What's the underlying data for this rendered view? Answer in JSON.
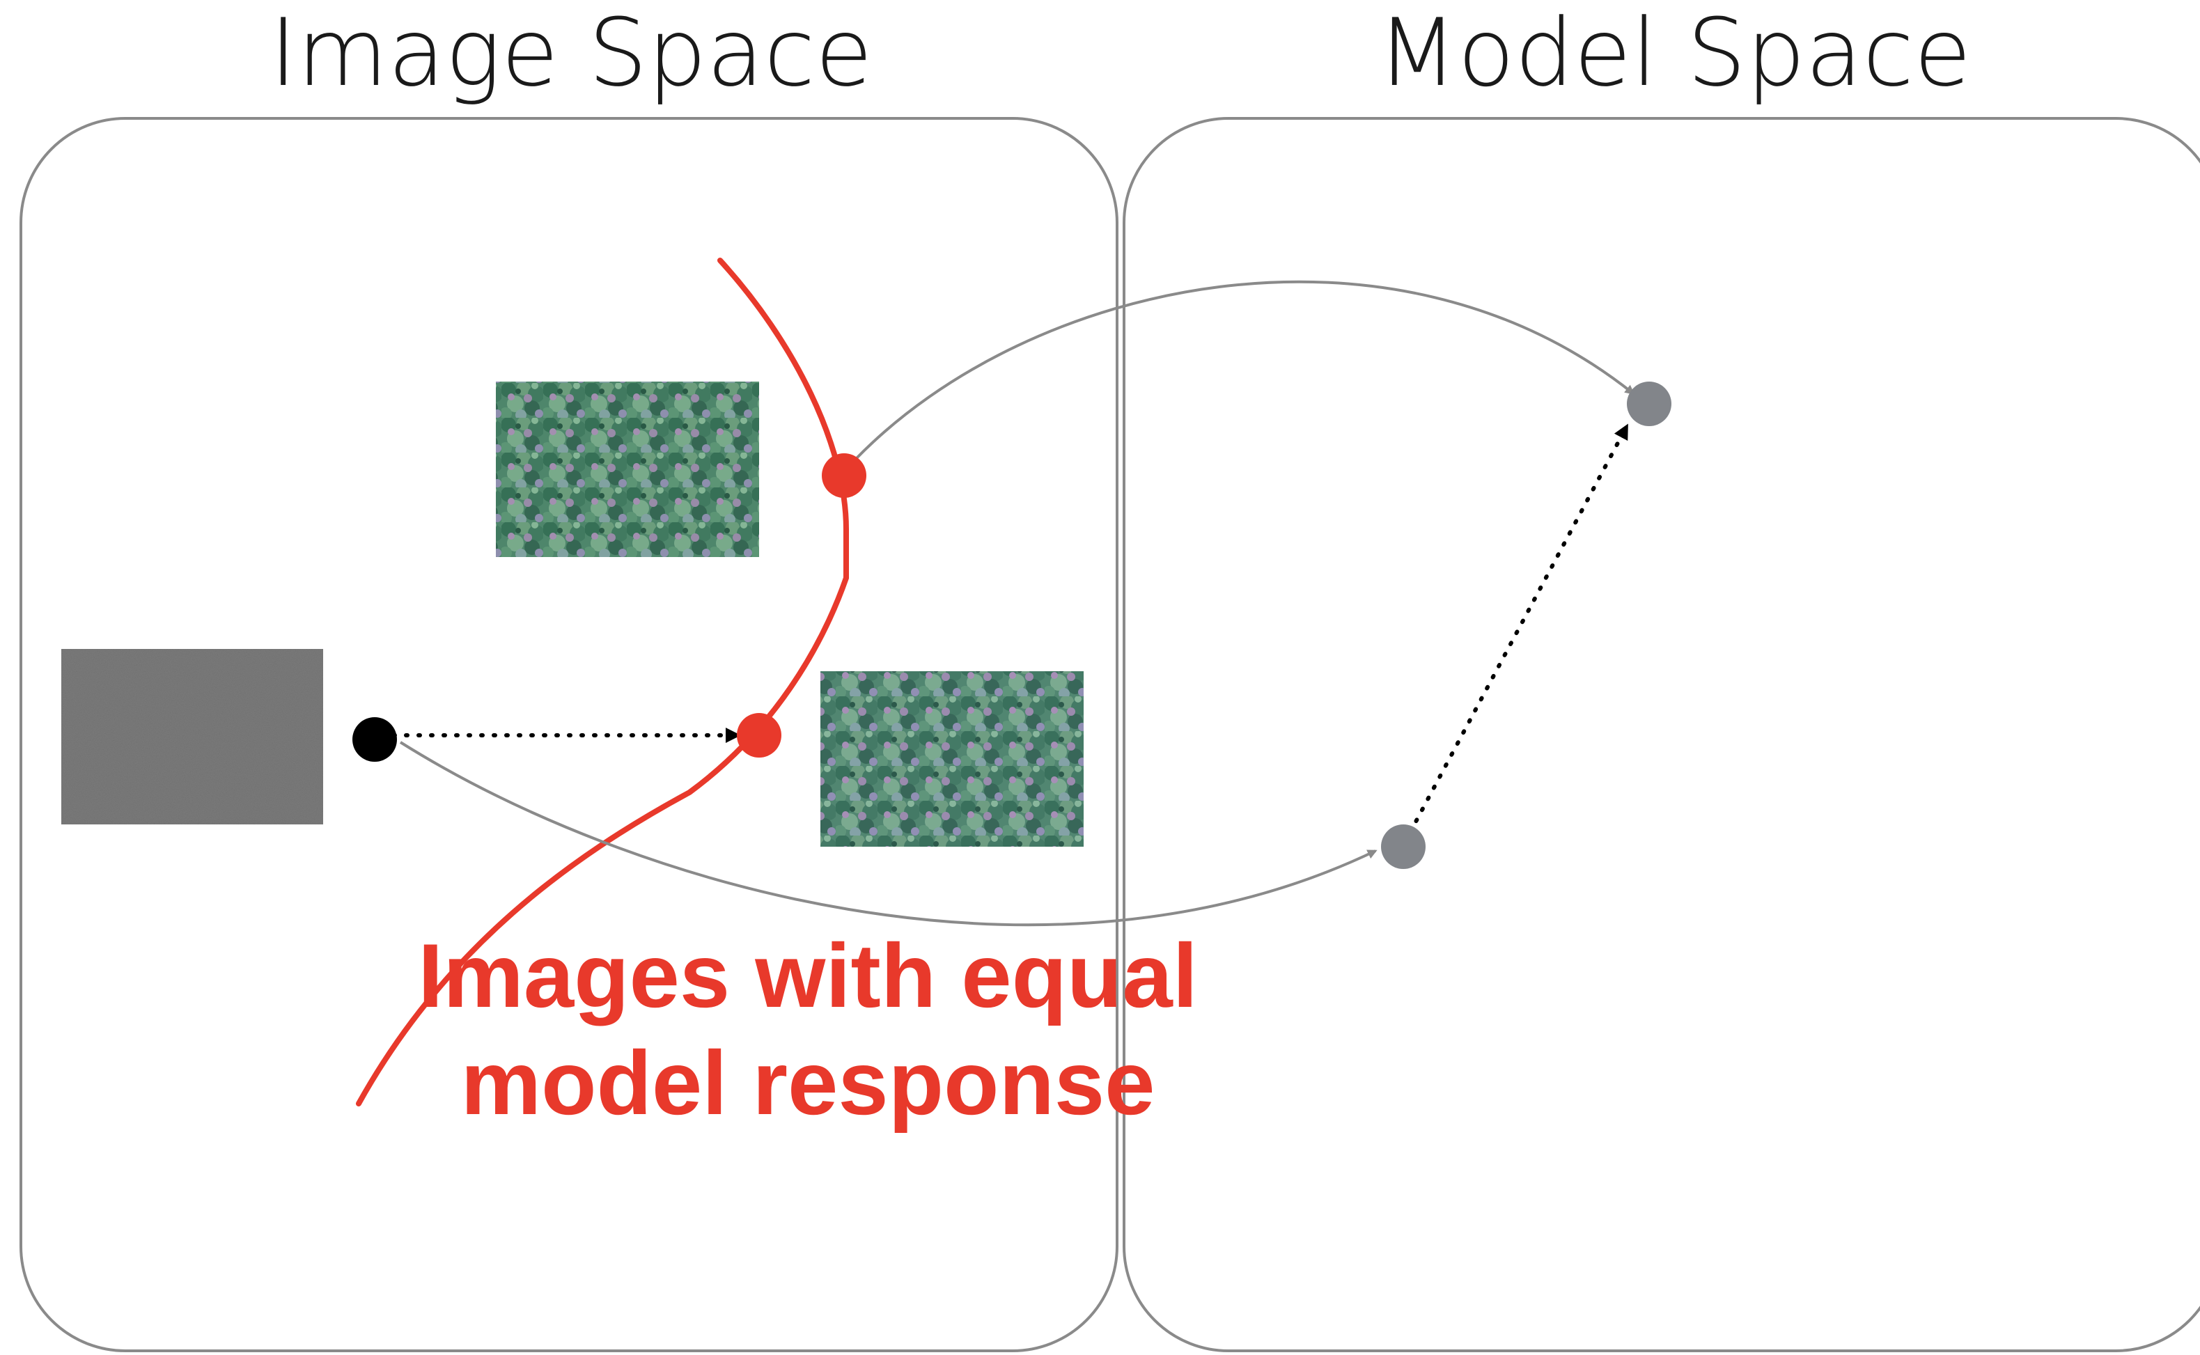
{
  "titles": {
    "image_space": "Image Space",
    "model_space": "Model Space"
  },
  "label": {
    "line1": "Images with equal",
    "line2": "model response"
  },
  "colors": {
    "red": "#e8392b",
    "panel_border": "#8a8a8a",
    "gray_point": "#82858a",
    "black_point": "#000000",
    "noise_patch": "#7b7b7b",
    "arrow_gray": "#8a8a8a",
    "forest_base": "#4f8a6a"
  },
  "icons": {
    "noise_image": "noise-image-icon",
    "forest_image_top": "forest-image-icon",
    "forest_image_bottom": "forest-image-icon"
  }
}
